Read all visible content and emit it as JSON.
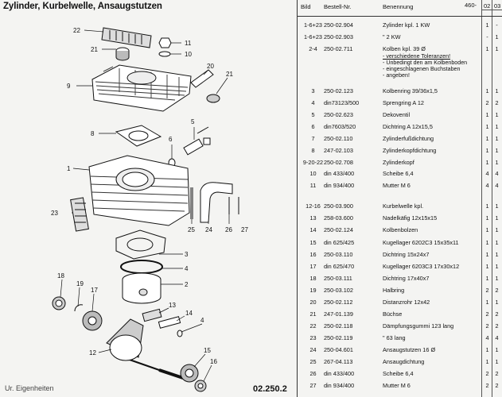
{
  "title": "Zylinder, Kurbelwelle, Ansaugstutzen",
  "page_code": "02.250.2",
  "footer_mark": "Ur. Eigenheiten",
  "header": {
    "bild": "Bild",
    "nr": "Bestell-Nr.",
    "ben": "Benennung",
    "series": "460-",
    "q1": "02",
    "q2": "03"
  },
  "callouts": [
    "22",
    "11",
    "21",
    "10",
    "20",
    "21",
    "9",
    "5",
    "8",
    "6",
    "1",
    "23",
    "25",
    "24",
    "26",
    "27",
    "3",
    "4",
    "2",
    "18",
    "19",
    "17",
    "13",
    "14",
    "12",
    "15",
    "16",
    "4"
  ],
  "rows": [
    {
      "bild": "1-6+23",
      "nr": "250-02.904",
      "ben": "Zylinder kpl. 1 KW",
      "q1": "1",
      "q2": "-"
    },
    {
      "bild": "1-6+23",
      "nr": "250-02.903",
      "ben": "\"          2 KW",
      "q1": "-",
      "q2": "1"
    },
    {
      "bild": "2-4",
      "nr": "250-02.711",
      "ben": "Kolben kpl. 39 Ø",
      "q1": "1",
      "q2": "1"
    },
    {
      "bild": "3",
      "nr": "250-02.123",
      "ben": "Kolbenring 39/36x1,5",
      "q1": "1",
      "q2": "1"
    },
    {
      "bild": "4",
      "nr": "din73123/500",
      "ben": "Sprengring A 12",
      "q1": "2",
      "q2": "2"
    },
    {
      "bild": "5",
      "nr": "250-02.623",
      "ben": "Dekoventil",
      "q1": "1",
      "q2": "1"
    },
    {
      "bild": "6",
      "nr": "din7603/520",
      "ben": "Dichtring A 12x15,5",
      "q1": "1",
      "q2": "1"
    },
    {
      "bild": "7",
      "nr": "250-02.110",
      "ben": "Zylinderfußdichtung",
      "q1": "1",
      "q2": "1"
    },
    {
      "bild": "8",
      "nr": "247-02.103",
      "ben": "Zylinderkopfdichtung",
      "q1": "1",
      "q2": "1"
    },
    {
      "bild": "9-20-22",
      "nr": "250-02.708",
      "ben": "Zylinderkopf",
      "q1": "1",
      "q2": "1"
    },
    {
      "bild": "10",
      "nr": "din 433/400",
      "ben": "Scheibe 6,4",
      "q1": "4",
      "q2": "4"
    },
    {
      "bild": "11",
      "nr": "din 934/400",
      "ben": "Mutter M 6",
      "q1": "4",
      "q2": "4"
    },
    {
      "bild": "12-16",
      "nr": "250-03.900",
      "ben": "Kurbelwelle kpl.",
      "q1": "1",
      "q2": "1"
    },
    {
      "bild": "13",
      "nr": "258-03.600",
      "ben": "Nadelkäfig 12x15x15",
      "q1": "1",
      "q2": "1"
    },
    {
      "bild": "14",
      "nr": "250-02.124",
      "ben": "Kolbenbolzen",
      "q1": "1",
      "q2": "1"
    },
    {
      "bild": "15",
      "nr": "din 625/425",
      "ben": "Kugellager 6202C3  15x35x11",
      "q1": "1",
      "q2": "1"
    },
    {
      "bild": "16",
      "nr": "250-03.110",
      "ben": "Dichtring 15x24x7",
      "q1": "1",
      "q2": "1"
    },
    {
      "bild": "17",
      "nr": "din 625/470",
      "ben": "Kugellager 6203C3  17x30x12",
      "q1": "1",
      "q2": "1"
    },
    {
      "bild": "18",
      "nr": "250-03.111",
      "ben": "Dichtring 17x40x7",
      "q1": "1",
      "q2": "1"
    },
    {
      "bild": "19",
      "nr": "250-03.102",
      "ben": "Halbring",
      "q1": "2",
      "q2": "2"
    },
    {
      "bild": "20",
      "nr": "250-02.112",
      "ben": "Distanzrohr 12x42",
      "q1": "1",
      "q2": "1"
    },
    {
      "bild": "21",
      "nr": "247-01.139",
      "ben": "Büchse",
      "q1": "2",
      "q2": "2"
    },
    {
      "bild": "22",
      "nr": "250-02.118",
      "ben": "Dämpfungsgummi 123 lang",
      "q1": "2",
      "q2": "2"
    },
    {
      "bild": "23",
      "nr": "250-02.119",
      "ben": "\"                63 lang",
      "q1": "4",
      "q2": "4"
    },
    {
      "bild": "24",
      "nr": "250-04.601",
      "ben": "Ansaugstutzen 16 Ø",
      "q1": "1",
      "q2": "1"
    },
    {
      "bild": "25",
      "nr": "267-04.113",
      "ben": "Ansaugdichtung",
      "q1": "1",
      "q2": "1"
    },
    {
      "bild": "26",
      "nr": "din 433/400",
      "ben": "Scheibe 6,4",
      "q1": "2",
      "q2": "2"
    },
    {
      "bild": "27",
      "nr": "din 934/400",
      "ben": "Mutter M 6",
      "q1": "2",
      "q2": "2"
    }
  ],
  "note_lines": [
    "- verschiedene Toleranzen!",
    "- Unbedingt den am Kolbenboden",
    "- eingeschlagenen Buchstaben",
    "- angeben!"
  ]
}
